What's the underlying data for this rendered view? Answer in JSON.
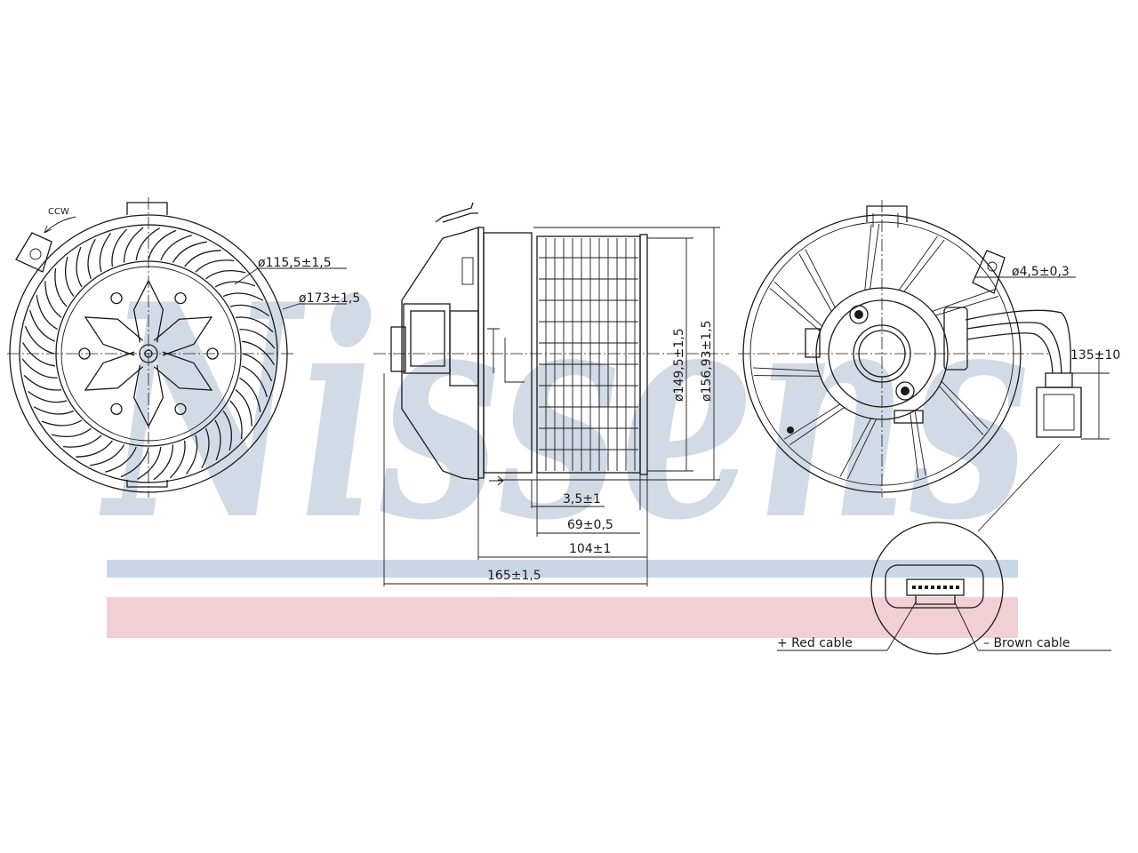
{
  "watermark": {
    "text": "Nissens",
    "color": "#aebdd2",
    "band_blue": "#c9d6e6",
    "band_red": "#f2cfd5"
  },
  "front_view": {
    "rotation": "CCW",
    "dim_inner_dia": "ø115,5±1,5",
    "dim_outer_dia": "ø173±1,5"
  },
  "side_view": {
    "dim_dia_1": "ø149,5±1,5",
    "dim_dia_2": "ø156,93±1,5",
    "dim_a": "3,5±1",
    "dim_b": "69±0,5",
    "dim_c": "104±1",
    "dim_d": "165±1,5"
  },
  "back_view": {
    "dim_hole": "ø4,5±0,3",
    "dim_cable": "135±10"
  },
  "connector_detail": {
    "positive_label": "+ Red cable",
    "negative_label": "– Brown cable"
  }
}
